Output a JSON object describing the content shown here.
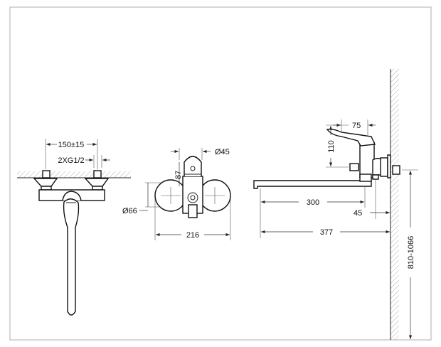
{
  "drawing": {
    "front_view": {
      "dim_inlet_spacing": "150±15",
      "dim_thread": "2XG1/2"
    },
    "top_view": {
      "dim_cap_diameter": "Ø45",
      "dim_cap_height": "87",
      "dim_flange_diameter": "Ø66",
      "dim_overall_width": "216"
    },
    "side_view": {
      "dim_lever_length": "75",
      "dim_body_height": "110",
      "dim_spout_length": "300",
      "dim_wall_offset": "45",
      "dim_total_reach": "377",
      "dim_mount_height": "810-1066"
    }
  }
}
